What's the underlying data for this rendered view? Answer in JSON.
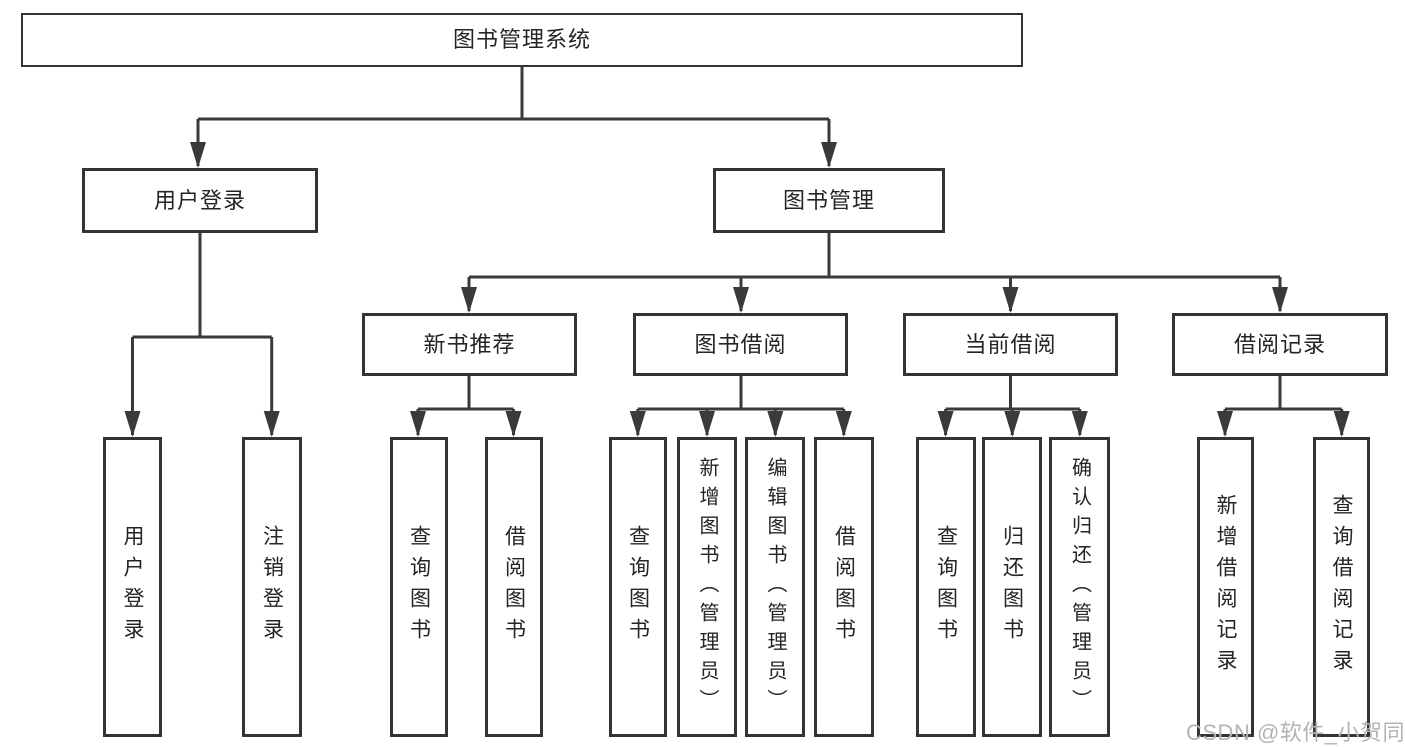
{
  "diagram": {
    "type": "hierarchy-tree",
    "watermark": "CSDN @软件_小贺同学",
    "colors": {
      "background": "#ffffff",
      "line": "#3a3a3a",
      "box_border": "#343434",
      "text": "#242424",
      "watermark": "#b4b4b4"
    },
    "nodes": [
      {
        "id": "root",
        "label": "图书管理系统"
      },
      {
        "id": "user-login",
        "label": "用户登录"
      },
      {
        "id": "book-management",
        "label": "图书管理"
      },
      {
        "id": "new-book-recommendation",
        "label": "新书推荐"
      },
      {
        "id": "book-borrowing",
        "label": "图书借阅"
      },
      {
        "id": "current-borrowing",
        "label": "当前借阅"
      },
      {
        "id": "borrowing-records",
        "label": "借阅记录"
      },
      {
        "id": "leaf-user-login",
        "label": "用户登录"
      },
      {
        "id": "leaf-logout",
        "label": "注销登录"
      },
      {
        "id": "leaf-query-books-1",
        "label": "查询图书"
      },
      {
        "id": "leaf-borrow-books-1",
        "label": "借阅图书"
      },
      {
        "id": "leaf-query-books-2",
        "label": "查询图书"
      },
      {
        "id": "leaf-add-book-admin",
        "label": "新增图书（管理员）"
      },
      {
        "id": "leaf-edit-book-admin",
        "label": "编辑图书（管理员）"
      },
      {
        "id": "leaf-borrow-books-2",
        "label": "借阅图书"
      },
      {
        "id": "leaf-query-books-3",
        "label": "查询图书"
      },
      {
        "id": "leaf-return-books",
        "label": "归还图书"
      },
      {
        "id": "leaf-confirm-return-admin",
        "label": "确认归还（管理员）"
      },
      {
        "id": "leaf-add-borrow-record",
        "label": "新增借阅记录"
      },
      {
        "id": "leaf-query-borrow-record",
        "label": "查询借阅记录"
      }
    ],
    "edges": [
      [
        "root",
        "user-login"
      ],
      [
        "root",
        "book-management"
      ],
      [
        "user-login",
        "leaf-user-login"
      ],
      [
        "user-login",
        "leaf-logout"
      ],
      [
        "book-management",
        "new-book-recommendation"
      ],
      [
        "book-management",
        "book-borrowing"
      ],
      [
        "book-management",
        "current-borrowing"
      ],
      [
        "book-management",
        "borrowing-records"
      ],
      [
        "new-book-recommendation",
        "leaf-query-books-1"
      ],
      [
        "new-book-recommendation",
        "leaf-borrow-books-1"
      ],
      [
        "book-borrowing",
        "leaf-query-books-2"
      ],
      [
        "book-borrowing",
        "leaf-add-book-admin"
      ],
      [
        "book-borrowing",
        "leaf-edit-book-admin"
      ],
      [
        "book-borrowing",
        "leaf-borrow-books-2"
      ],
      [
        "current-borrowing",
        "leaf-query-books-3"
      ],
      [
        "current-borrowing",
        "leaf-return-books"
      ],
      [
        "current-borrowing",
        "leaf-confirm-return-admin"
      ],
      [
        "borrowing-records",
        "leaf-add-borrow-record"
      ],
      [
        "borrowing-records",
        "leaf-query-borrow-record"
      ]
    ]
  }
}
